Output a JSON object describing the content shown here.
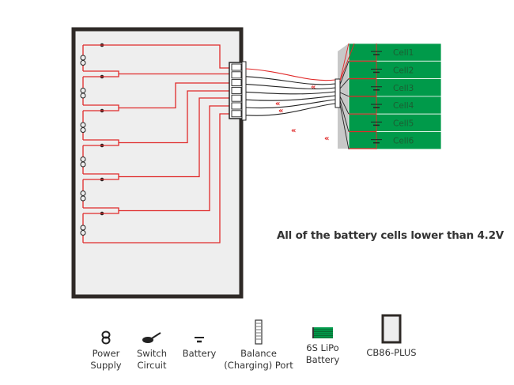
{
  "caption": "All of the battery cells lower than 4.2V",
  "battery": {
    "cells": [
      "Cell1",
      "Cell2",
      "Cell3",
      "Cell4",
      "Cell5",
      "Cell6"
    ],
    "color": "#009a4a"
  },
  "colors": {
    "wire_red": "#e02a2a",
    "wire_black": "#222222",
    "device_frame": "#2e2926",
    "device_fill": "#eeeeee"
  },
  "legend": [
    {
      "icon": "power-supply-icon",
      "label": "Power\nSupply"
    },
    {
      "icon": "switch-circuit-icon",
      "label": "Switch\nCircuit"
    },
    {
      "icon": "battery-icon",
      "label": "Battery"
    },
    {
      "icon": "balance-port-icon",
      "label": "Balance\n(Charging) Port"
    },
    {
      "icon": "lipo-battery-icon",
      "label": "6S LiPo\nBattery"
    },
    {
      "icon": "cb86-plus-icon",
      "label": "CB86-PLUS"
    }
  ]
}
